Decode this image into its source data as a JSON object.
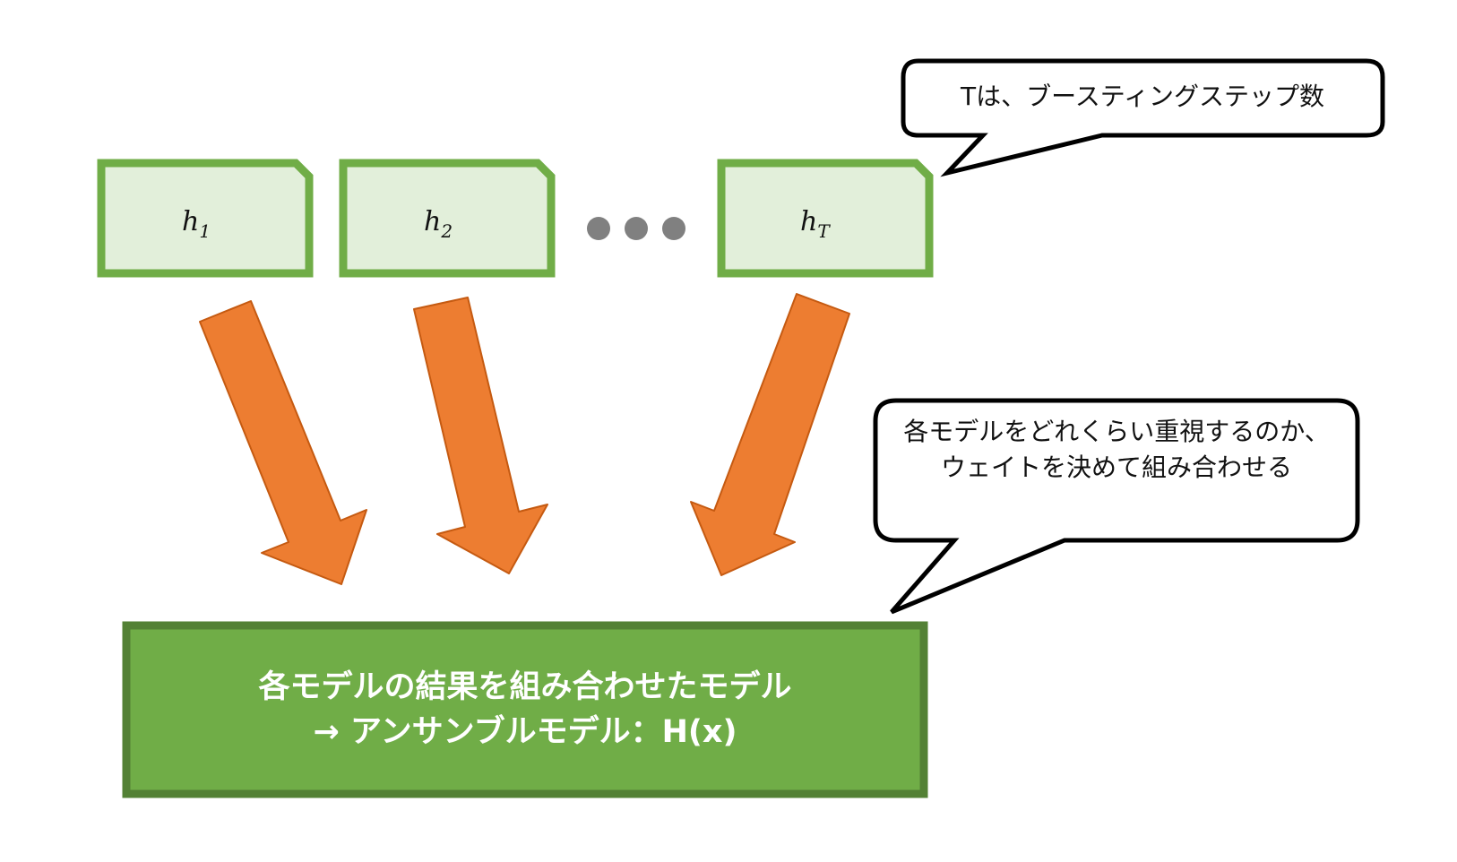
{
  "models": [
    {
      "base": "h",
      "subscript": "1"
    },
    {
      "base": "h",
      "subscript": "2"
    },
    {
      "base": "h",
      "subscript": "T"
    }
  ],
  "ellipsis_dots": 3,
  "callouts": {
    "steps": "Tは、ブースティングステップ数",
    "weights": "各モデルをどれくらい重視するのか、ウェイトを決めて組み合わせる"
  },
  "result": {
    "line1": "各モデルの結果を組み合わせたモデル",
    "line2": "→ アンサンブルモデル：H(x)"
  },
  "colors": {
    "model_fill": "#e2efda",
    "model_border": "#70ad47",
    "arrow_fill": "#ed7d31",
    "arrow_border": "#c55a11",
    "dot": "#808080",
    "result_fill": "#70ad47",
    "result_border": "#538135",
    "callout_border": "#000000"
  }
}
